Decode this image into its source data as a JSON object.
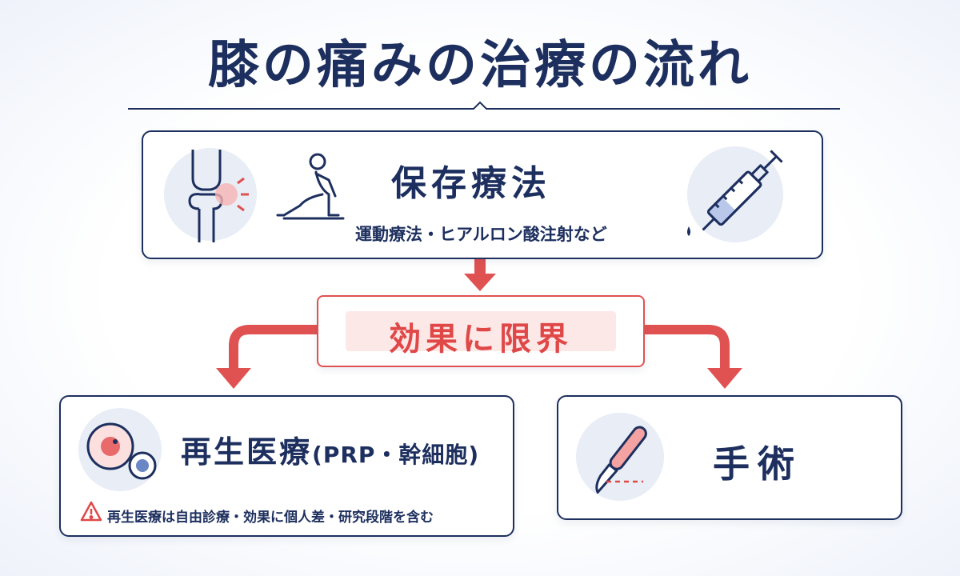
{
  "title": "膝の痛みの治療の流れ",
  "conservative": {
    "title": "保存療法",
    "subtitle": "運動療法・ヒアルロン酸注射など"
  },
  "limit": {
    "label": "効果に限界"
  },
  "regenerative": {
    "title": "再生医療",
    "title_paren": "(PRP・幹細胞)",
    "note": "再生医療は自由診療・効果に個人差・研究段階を含む"
  },
  "surgery": {
    "title": "手術"
  },
  "colors": {
    "navy": "#1d2f5e",
    "red": "#e04848",
    "pink": "#fde8e8"
  },
  "icons": [
    "knee-joint-icon",
    "exercise-lunge-icon",
    "syringe-icon",
    "cells-icon",
    "warning-icon",
    "scalpel-icon"
  ]
}
